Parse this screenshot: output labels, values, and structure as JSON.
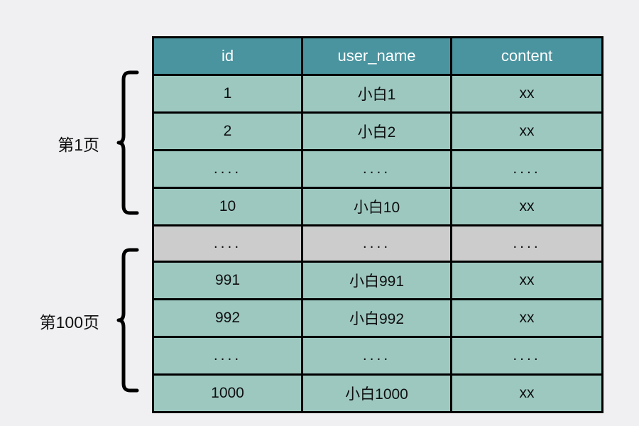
{
  "background_color": "#f0f0f2",
  "colors": {
    "header_teal": "#4a94a0",
    "row_teal": "#9dc8c0",
    "separator_gray": "#cccccc",
    "border_black": "#000000",
    "header_text": "#ffffff",
    "body_text": "#0f0f0f"
  },
  "table": {
    "columns": [
      {
        "key": "id",
        "label": "id"
      },
      {
        "key": "user_name",
        "label": "user_name"
      },
      {
        "key": "content",
        "label": "content"
      }
    ],
    "rows": [
      {
        "style": "teal",
        "id": "1",
        "user_name": "小白1",
        "content": "xx"
      },
      {
        "style": "teal",
        "id": "2",
        "user_name": "小白2",
        "content": "xx"
      },
      {
        "style": "teal",
        "id": "....",
        "user_name": "....",
        "content": "...."
      },
      {
        "style": "teal",
        "id": "10",
        "user_name": "小白10",
        "content": "xx"
      },
      {
        "style": "gray",
        "id": "....",
        "user_name": "....",
        "content": "...."
      },
      {
        "style": "teal",
        "id": "991",
        "user_name": "小白991",
        "content": "xx"
      },
      {
        "style": "teal",
        "id": "992",
        "user_name": "小白992",
        "content": "xx"
      },
      {
        "style": "teal",
        "id": "....",
        "user_name": "....",
        "content": "...."
      },
      {
        "style": "teal",
        "id": "1000",
        "user_name": "小白1000",
        "content": "xx"
      }
    ]
  },
  "annotations": {
    "page_first": {
      "label": "第1页",
      "spans_rows": [
        0,
        3
      ]
    },
    "page_last": {
      "label": "第100页",
      "spans_rows": [
        5,
        8
      ]
    }
  }
}
